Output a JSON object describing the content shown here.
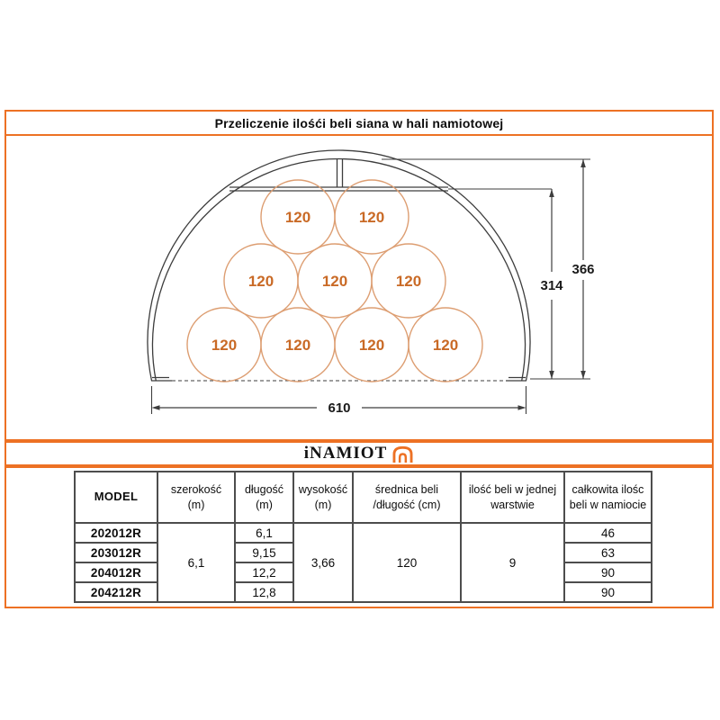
{
  "title": "Przeliczenie ilośći beli siana w hali namiotowej",
  "logo": {
    "text": "iNAMIOT",
    "icon": "tent-arch-icon"
  },
  "diagram": {
    "description": "cross-section of arched tent hall filled with round hay bales",
    "bale_label": "120",
    "bale_rows_bottom_to_top": [
      4,
      3,
      2
    ],
    "dim_width": "610",
    "dim_stack_height": "314",
    "dim_total_height": "366"
  },
  "table": {
    "headers": {
      "model": "MODEL",
      "szerokosc": "szerokość\n(m)",
      "dlugosc": "długość\n(m)",
      "wysokosc": "wysokość\n(m)",
      "srednica": "średnica beli\n/długość (cm)",
      "ilosc_warstwa": "ilość beli w jednej\nwarstwie",
      "calkowita": "całkowita ilośc\nbeli w namiocie"
    },
    "merged": {
      "szerokosc": "6,1",
      "wysokosc": "3,66",
      "srednica": "120",
      "ilosc_warstwa": "9"
    },
    "rows": [
      {
        "model": "202012R",
        "dlugosc": "6,1",
        "calkowita": "46"
      },
      {
        "model": "203012R",
        "dlugosc": "9,15",
        "calkowita": "63"
      },
      {
        "model": "204012R",
        "dlugosc": "12,2",
        "calkowita": "90"
      },
      {
        "model": "204212R",
        "dlugosc": "12,8",
        "calkowita": "90"
      }
    ]
  },
  "colors": {
    "accent_orange": "#ED7124",
    "bale_circle_stroke": "#DD9E72",
    "bale_text": "#C96A26",
    "drawing_line": "#3D3D3D",
    "table_border": "#4D4D4D"
  }
}
